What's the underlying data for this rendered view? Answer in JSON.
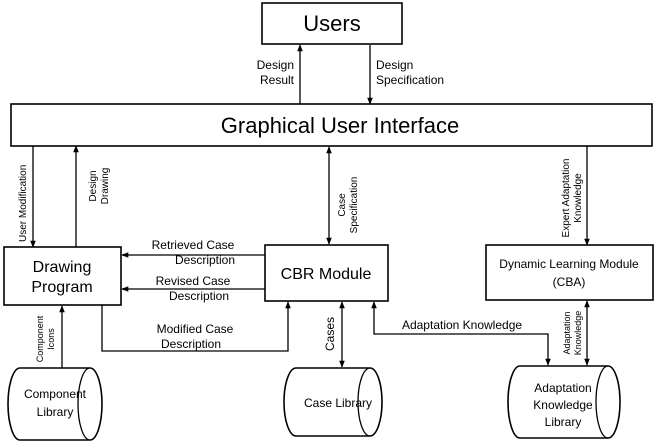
{
  "nodes": {
    "users": {
      "label": "Users"
    },
    "gui": {
      "label": "Graphical User Interface"
    },
    "drawing_program": {
      "line1": "Drawing",
      "line2": "Program"
    },
    "cbr_module": {
      "label": "CBR Module"
    },
    "dlm": {
      "line1": "Dynamic Learning Module",
      "line2": "(CBA)"
    },
    "component_library": {
      "line1": "Component",
      "line2": "Library"
    },
    "case_library": {
      "label": "Case Library"
    },
    "adaptation_library": {
      "line1": "Adaptation",
      "line2": "Knowledge",
      "line3": "Library"
    }
  },
  "edges": {
    "design_result": {
      "line1": "Design",
      "line2": "Result"
    },
    "design_specification": {
      "line1": "Design",
      "line2": "Specification"
    },
    "user_modification": {
      "label": "User Modification"
    },
    "design_drawing": {
      "line1": "Design",
      "line2": "Drawing"
    },
    "case_specification": {
      "line1": "Case",
      "line2": "Specification"
    },
    "expert_adaptation_knowledge": {
      "line1": "Expert Adaptation",
      "line2": "Knowledge"
    },
    "retrieved_case": {
      "line1": "Retrieved Case",
      "line2": "Description"
    },
    "revised_case": {
      "line1": "Revised Case",
      "line2": "Description"
    },
    "modified_case": {
      "line1": "Modified Case",
      "line2": "Description"
    },
    "component_icons": {
      "line1": "Component",
      "line2": "Icons"
    },
    "cases": {
      "label": "Cases"
    },
    "adaptation_knowledge": {
      "label": "Adaptation Knowledge"
    },
    "adaptation_knowledge_v": {
      "line1": "Adaptation",
      "line2": "Knowledge"
    }
  }
}
